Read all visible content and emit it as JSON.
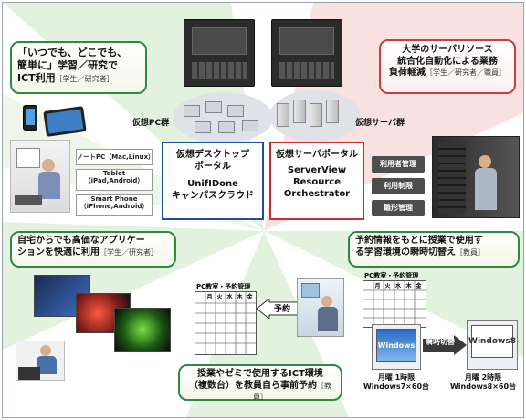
{
  "callouts": {
    "top_left": {
      "line1": "「いつでも、どこでも、",
      "line2": "簡単に」学習／研究で",
      "line3": "ICT利用",
      "tag": "［学生／研究者］"
    },
    "top_right": {
      "line1": "大学のサーバリソース",
      "line2": "統合化自動化による業務",
      "line3": "負荷軽減",
      "tag": "［学生／研究者／職員］"
    },
    "mid_left": {
      "line1": "自宅からでも高価なアプリケー",
      "line2": "ションを快適に利用",
      "tag": "［学生／研究者］"
    },
    "mid_right": {
      "line1": "予約情報をもとに授業で使用す",
      "line2": "る学習環境の瞬時切替え",
      "tag": "［教員］"
    },
    "bottom": {
      "line1": "授業やゼミで使用するICT環境",
      "line2": "（複数台）を教員自ら事前予約",
      "tag": "［教員］"
    }
  },
  "labels": {
    "virtual_pc": "仮想PC群",
    "virtual_server": "仮想サーバ群"
  },
  "desktop_portal": {
    "title1": "仮想デスクトップ",
    "title2": "ポータル",
    "product1": "UnifIDone",
    "product2": "キャンパスクラウド"
  },
  "server_portal": {
    "title": "仮想サーバポータル",
    "product1": "ServerView",
    "product2": "Resource",
    "product3": "Orchestrator"
  },
  "devices": {
    "notebook": "ノートPC（Mac,Linux）",
    "tablet": "Tablet",
    "tablet_os": "（iPad,Android）",
    "smartphone": "Smart Phone",
    "smartphone_os": "（iPhone,Android）"
  },
  "management": [
    "利用者管理",
    "利用制限",
    "雛形管理"
  ],
  "reservation": {
    "grid_title": "PC教室・予約管理",
    "days": [
      "月",
      "火",
      "水",
      "木",
      "金"
    ],
    "reserve_label": "予約"
  },
  "switching": {
    "grid_title": "PC教室・予約管理",
    "switch_label": "瞬時切替",
    "left_os": "Windows",
    "right_os": "Windows8",
    "left_caption1": "月曜 1時限",
    "left_caption2": "Windows7×60台",
    "right_caption1": "月曜 2時限",
    "right_caption2": "Windows8×60台"
  },
  "colors": {
    "green": "#2e8b3d",
    "red": "#d23b3b",
    "blue": "#1f4e9c"
  }
}
